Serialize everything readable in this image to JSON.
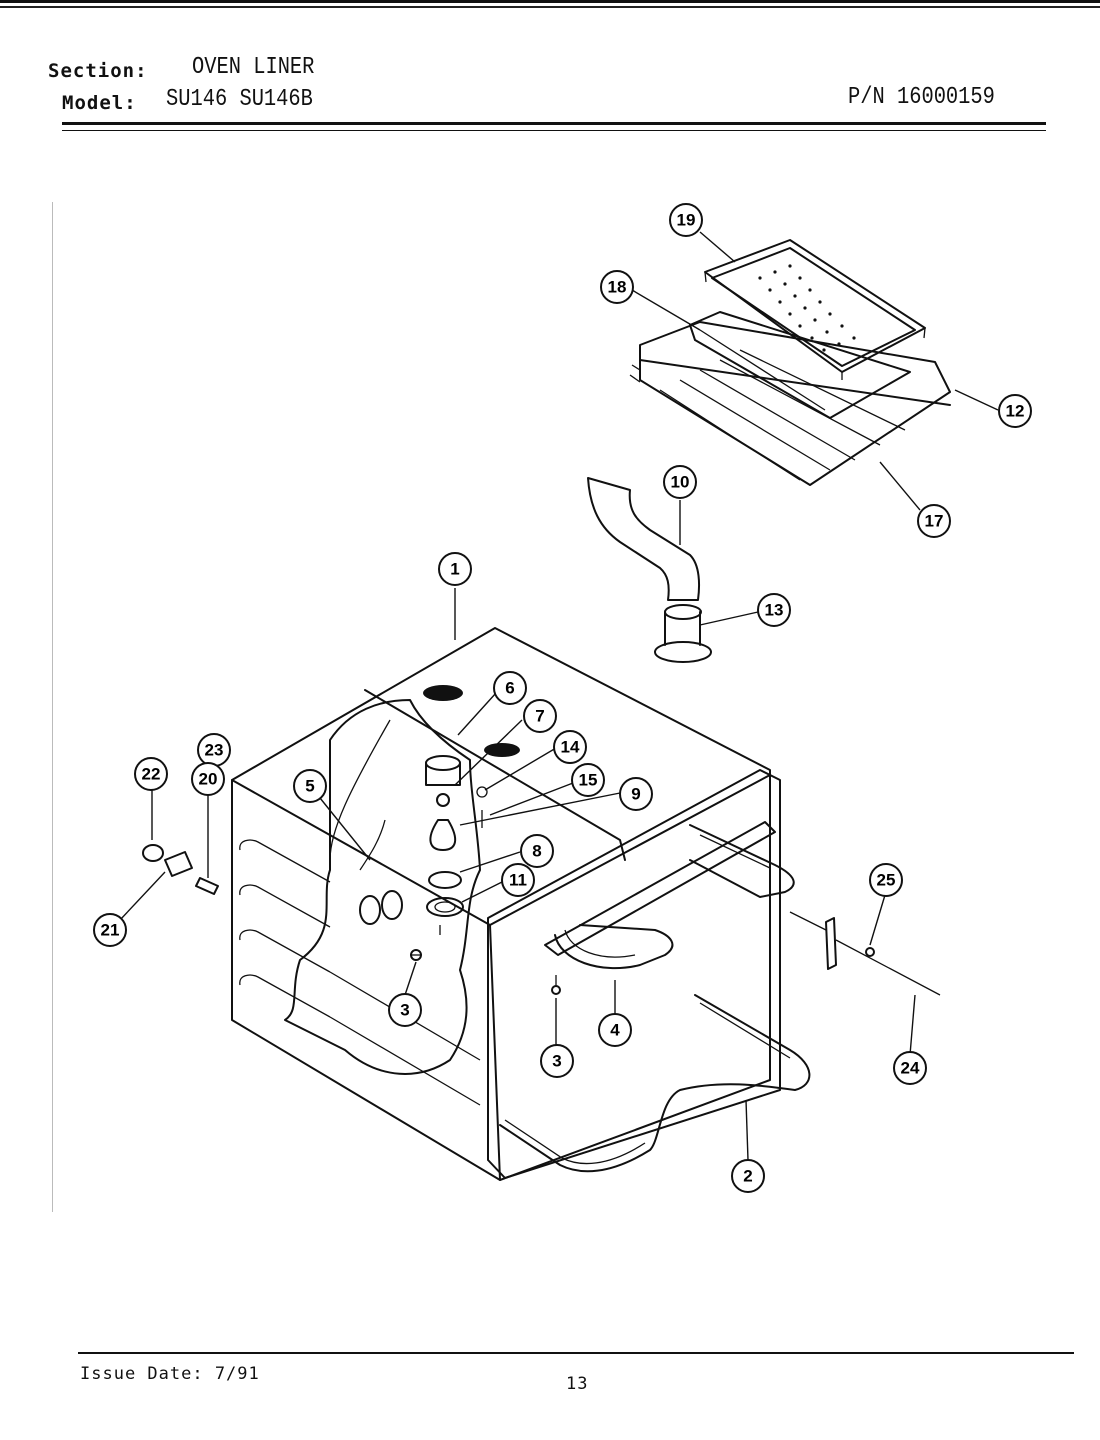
{
  "header": {
    "section_label": "Section:",
    "section_value": "OVEN LINER",
    "model_label": "Model:",
    "model_value": "SU146  SU146B",
    "part_number": "P/N 16000159"
  },
  "footer": {
    "issue_date": "Issue Date: 7/91",
    "page_number": "13"
  },
  "callouts": [
    "1",
    "2",
    "3",
    "3",
    "4",
    "5",
    "6",
    "7",
    "8",
    "9",
    "10",
    "11",
    "12",
    "13",
    "14",
    "15",
    "17",
    "18",
    "19",
    "20",
    "21",
    "22",
    "23",
    "24",
    "25"
  ]
}
